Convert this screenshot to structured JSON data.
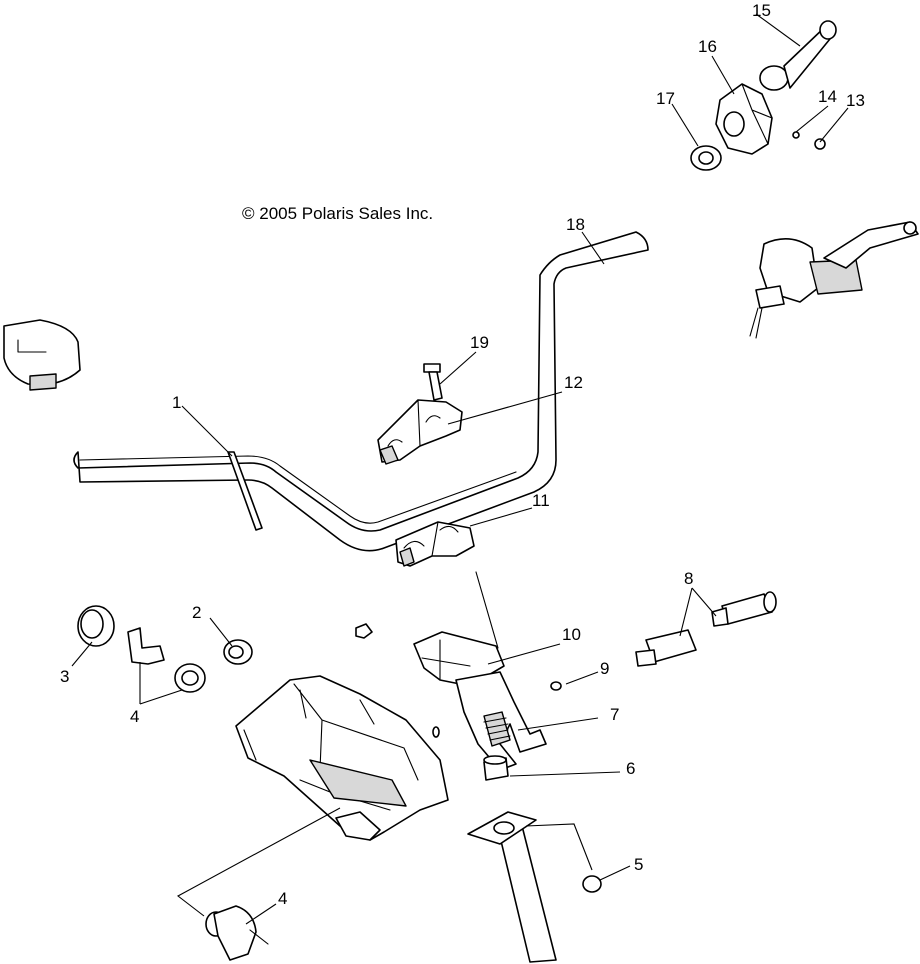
{
  "copyright": "© 2005 Polaris Sales Inc.",
  "callouts": {
    "c1": "1",
    "c2": "2",
    "c3": "3",
    "c4a": "4",
    "c4b": "4",
    "c5": "5",
    "c6": "6",
    "c7": "7",
    "c8": "8",
    "c9": "9",
    "c10": "10",
    "c11": "11",
    "c12": "12",
    "c13": "13",
    "c14": "14",
    "c15": "15",
    "c16": "16",
    "c17": "17",
    "c18": "18",
    "c19": "19"
  }
}
